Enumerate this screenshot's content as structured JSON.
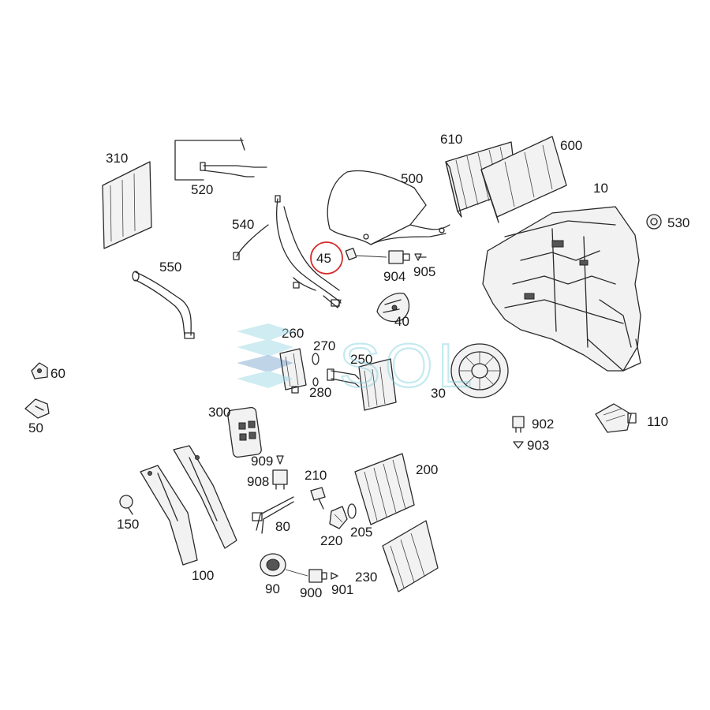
{
  "watermark": {
    "text": "SOL",
    "color_primary": "#7ecfe0",
    "color_secondary": "#2f6fb3"
  },
  "highlight": {
    "color": "#d62828"
  },
  "labels": {
    "p310": "310",
    "p520": "520",
    "p610": "610",
    "p600": "600",
    "p500": "500",
    "p10": "10",
    "p530": "530",
    "p540": "540",
    "p550": "550",
    "p45": "45",
    "p904": "904",
    "p905": "905",
    "p40": "40",
    "p260": "260",
    "p270": "270",
    "p250": "250",
    "p280": "280",
    "p30": "30",
    "p60": "60",
    "p50": "50",
    "p902": "902",
    "p903": "903",
    "p110": "110",
    "p300": "300",
    "p909": "909",
    "p908": "908",
    "p210": "210",
    "p200": "200",
    "p150": "150",
    "p80": "80",
    "p220": "220",
    "p205": "205",
    "p100": "100",
    "p90": "90",
    "p900": "900",
    "p901": "901",
    "p230": "230"
  }
}
